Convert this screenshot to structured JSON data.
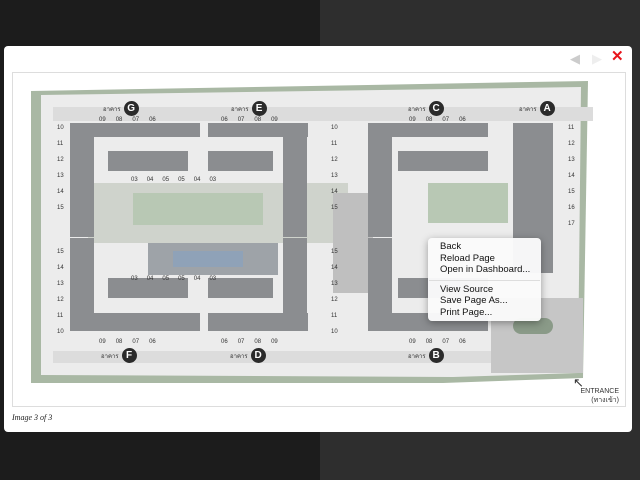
{
  "lightbox": {
    "caption": "Image 3 of 3",
    "prev_icon": "chevron-left-icon",
    "next_icon": "chevron-right-icon",
    "close_icon": "close-icon",
    "close_color": "#e8141b"
  },
  "floorplan": {
    "building_prefix": "อาคาร",
    "buildings": {
      "G": "G",
      "E": "E",
      "C": "C",
      "A": "A",
      "F": "F",
      "D": "D",
      "B": "B"
    },
    "top_left_units": [
      "09",
      "08",
      "07",
      "06"
    ],
    "top_e_units": [
      "06",
      "07",
      "08",
      "09"
    ],
    "top_c_units": [
      "09",
      "08",
      "07",
      "06"
    ],
    "bottom_f_units": [
      "09",
      "08",
      "07",
      "06"
    ],
    "bottom_d_units": [
      "06",
      "07",
      "08",
      "09"
    ],
    "bottom_b_units": [
      "09",
      "08",
      "07",
      "06"
    ],
    "side_top": [
      "10",
      "11",
      "12",
      "13",
      "14",
      "15"
    ],
    "side_bottom": [
      "15",
      "14",
      "13",
      "12",
      "11",
      "10"
    ],
    "a_right": [
      "11",
      "12",
      "13",
      "14",
      "15",
      "16",
      "17"
    ],
    "inner_top": [
      "03",
      "04",
      "05",
      "05",
      "04",
      "03"
    ],
    "inner_bottom": [
      "03",
      "04",
      "05",
      "05",
      "04",
      "03"
    ],
    "entrance": "ENTRANCE",
    "entrance_th": "(ทางเข้า)"
  },
  "context_menu": {
    "items": [
      "Back",
      "Reload Page",
      "Open in Dashboard...",
      "View Source",
      "Save Page As...",
      "Print Page..."
    ]
  }
}
